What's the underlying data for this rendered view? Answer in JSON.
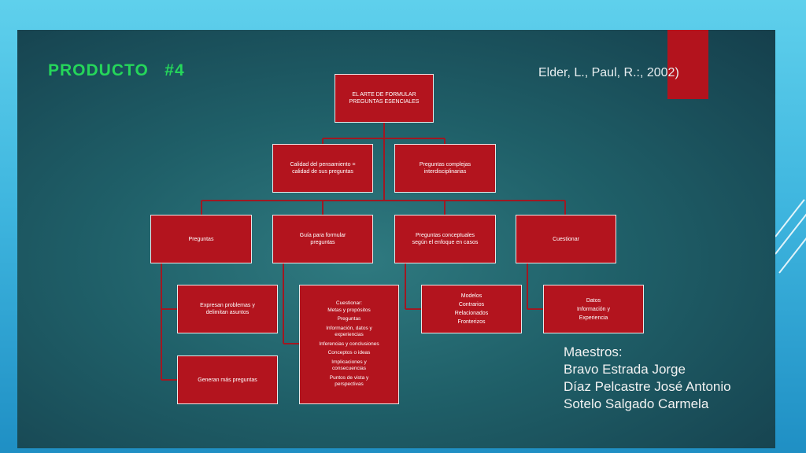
{
  "title": "PRODUCTO   #4",
  "citation": "Elder, L., Paul, R.:, 2002)",
  "teachers": {
    "heading": "Maestros:",
    "names": [
      "Bravo Estrada Jorge",
      "Díaz Pelcastre José Antonio",
      "Sotelo Salgado Carmela"
    ]
  },
  "colors": {
    "box": "#b3141e",
    "connector": "#a01822",
    "title": "#25d65a",
    "accent": "#b3131d"
  },
  "diagram": {
    "root": {
      "lines": [
        "EL ARTE DE FORMULAR",
        "PREGUNTAS ESENCIALES"
      ]
    },
    "level1": [
      {
        "lines": [
          "Calidad del pensamiento =",
          "calidad de sus preguntas"
        ]
      },
      {
        "lines": [
          "Preguntas complejas",
          "interdisciplinarias"
        ]
      }
    ],
    "level2": [
      {
        "lines": [
          "Preguntas"
        ]
      },
      {
        "lines": [
          "Guía para formular",
          "preguntas"
        ]
      },
      {
        "lines": [
          "Preguntas conceptuales",
          "según el enfoque en casos"
        ]
      },
      {
        "lines": [
          "Cuestionar"
        ]
      }
    ],
    "details": {
      "preguntas_1": {
        "lines": [
          "Expresan problemas y",
          "delimitan asuntos"
        ]
      },
      "preguntas_2": {
        "lines": [
          "Generan más preguntas"
        ]
      },
      "guia": {
        "lines": [
          "Cuestionar:",
          "Metas y propósitos",
          "Preguntas",
          "Información, datos y",
          "experiencias",
          "Inferencias y conclusiones",
          "Conceptos o ideas",
          "Implicaciones y",
          "consecuencias",
          "Puntos de vista y",
          "perspectivas"
        ]
      },
      "conceptuales": {
        "lines": [
          "Modelos",
          "Contrarios",
          "Relacionados",
          "Fronterizos"
        ]
      },
      "cuestionar": {
        "lines": [
          "Datos",
          "Información y",
          "Experiencia"
        ]
      }
    }
  }
}
